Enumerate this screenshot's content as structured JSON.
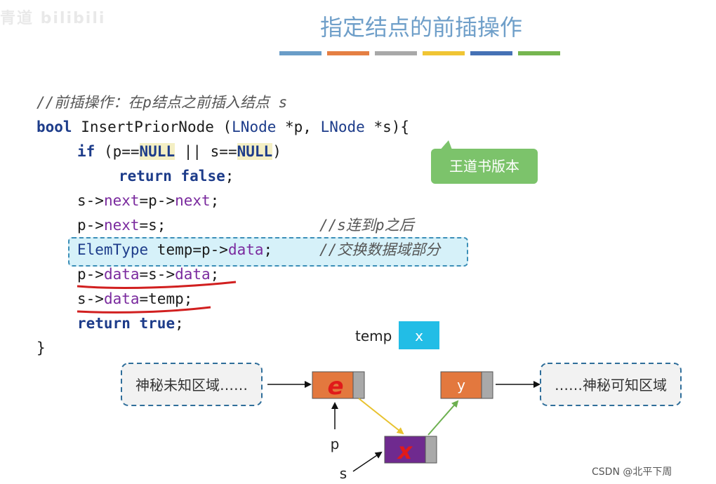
{
  "watermark": "青道 bilibili",
  "title": "指定结点的前插操作",
  "colorbar": [
    "#6a9dc8",
    "#e57f43",
    "#a8a8a8",
    "#f0c534",
    "#4571b5",
    "#76b650"
  ],
  "code": {
    "comment1": "//前插操作：在p结点之前插入结点 s",
    "sig_bool": "bool",
    "sig_name": " InsertPriorNode (",
    "sig_type1": "LNode",
    "sig_p": " *p, ",
    "sig_type2": "LNode",
    "sig_rest": " *s){",
    "if_kw": "if",
    "if_a": " (p==",
    "null1": "NULL",
    "if_b": " || s==",
    "null2": "NULL",
    "if_c": ")",
    "ret_kw": "return",
    "ret_false": "false",
    "semi": ";",
    "l4_a": "s->",
    "l4_next1": "next",
    "l4_b": "=p->",
    "l4_next2": "next",
    "l4_c": ";",
    "l5_a": "p->",
    "l5_next": "next",
    "l5_b": "=s;",
    "l5_cmt": "//s连到p之后",
    "l6_type": "ElemType",
    "l6_b": " temp=p->",
    "l6_data": "data",
    "l6_c": ";",
    "l6_cmt": "//交换数据域部分",
    "l7_a": "p->",
    "l7_data1": "data",
    "l7_b": "=s->",
    "l7_data2": "data",
    "l7_c": ";",
    "l8_a": "s->",
    "l8_data": "data",
    "l8_b": "=temp;",
    "ret2_kw": "return",
    "ret2_true": "true",
    "close": "}"
  },
  "tooltip": "王道书版本",
  "diagram": {
    "temp_label": "temp",
    "temp_value": "x",
    "left_region": "神秘未知区域……",
    "right_region": "……神秘可知区域",
    "node_p_value": "e",
    "node_y_value": "y",
    "node_s_value": "x",
    "p_label": "p",
    "s_label": "s"
  },
  "watermark_br": "CSDN @北平下周"
}
